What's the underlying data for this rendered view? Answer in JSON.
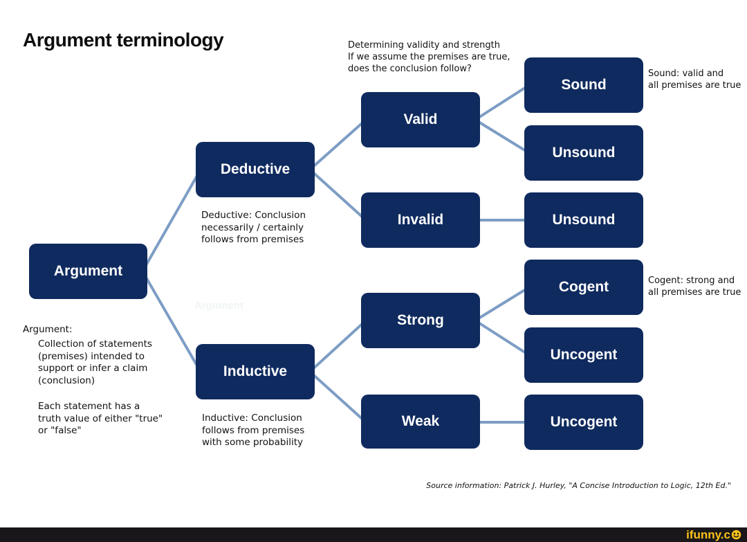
{
  "title": "Argument terminology",
  "header_note": {
    "lines": [
      "Determining validity and strength",
      "If we assume the premises are true,",
      "does the conclusion follow?"
    ]
  },
  "nodes": {
    "argument": "Argument",
    "deductive": "Deductive",
    "inductive": "Inductive",
    "valid": "Valid",
    "invalid": "Invalid",
    "strong": "Strong",
    "weak": "Weak",
    "sound": "Sound",
    "unsound_after_valid": "Unsound",
    "unsound_after_invalid": "Unsound",
    "cogent": "Cogent",
    "uncogent_after_strong": "Uncogent",
    "uncogent_after_weak": "Uncogent"
  },
  "annotations": {
    "deductive": [
      "Deductive: Conclusion",
      "necessarily / certainly",
      "follows from premises"
    ],
    "inductive": [
      "Inductive: Conclusion",
      "follows from premises",
      "with some probability"
    ],
    "argument_heading": "Argument:",
    "argument_definition": [
      "Collection of statements",
      "(premises) intended to",
      "support or infer a claim",
      "(conclusion)"
    ],
    "argument_truth": [
      "Each statement has a",
      "truth value of either \"true\"",
      "or \"false\""
    ],
    "sound": [
      "Sound: valid and",
      "all premises are true"
    ],
    "cogent": [
      "Cogent: strong and",
      "all premises are true"
    ],
    "faint_watermark": "Argument"
  },
  "source": "Source information: Patrick J. Hurley, \"A Concise Introduction to Logic, 12th Ed.\"",
  "footer": {
    "logo_text": "ifunny.c",
    "logo_full": "ifunny.co"
  },
  "colors": {
    "node_fill": "#0f2a5e",
    "connector": "#7d9dc4",
    "footer_bar": "#19171a",
    "logo_yellow": "#fcc21c"
  }
}
